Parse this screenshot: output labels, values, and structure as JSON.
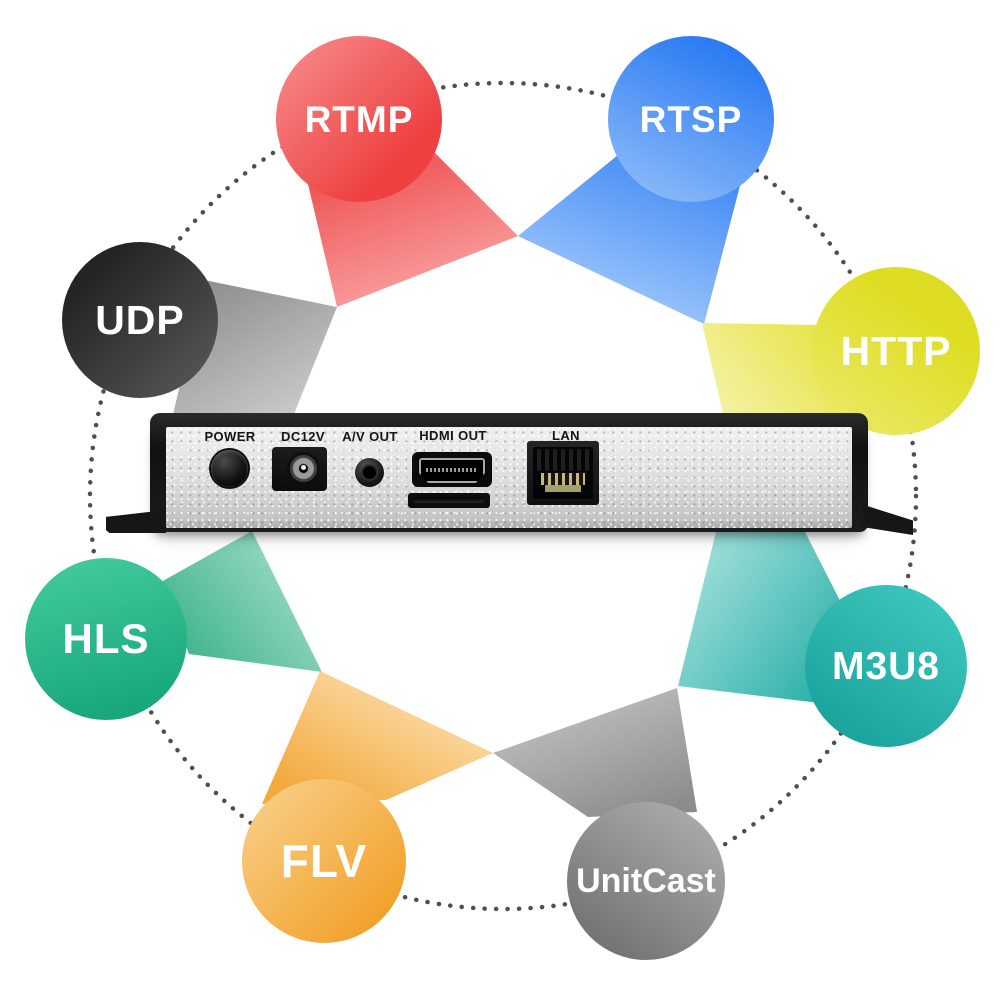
{
  "diagram": {
    "description": "Streaming protocols supported by HDMI video encoder",
    "protocols": [
      {
        "id": "rtmp",
        "label": "RTMP",
        "color": "#ee4040"
      },
      {
        "id": "rtsp",
        "label": "RTSP",
        "color": "#2f80f4"
      },
      {
        "id": "udp",
        "label": "UDP",
        "color": "#333333"
      },
      {
        "id": "http",
        "label": "HTTP",
        "color": "#e2e02c"
      },
      {
        "id": "hls",
        "label": "HLS",
        "color": "#25b98b"
      },
      {
        "id": "m3u8",
        "label": "M3U8",
        "color": "#23b5ad"
      },
      {
        "id": "flv",
        "label": "FLV",
        "color": "#f4ab39"
      },
      {
        "id": "unitcast",
        "label": "UnitCast",
        "color": "#8a8a8a"
      }
    ],
    "device": {
      "ports": [
        {
          "label": "POWER"
        },
        {
          "label": "DC12V"
        },
        {
          "label": "A/V OUT"
        },
        {
          "label": "HDMI OUT"
        },
        {
          "label": "LAN"
        }
      ]
    },
    "ring_color": "#4f4f4f"
  }
}
